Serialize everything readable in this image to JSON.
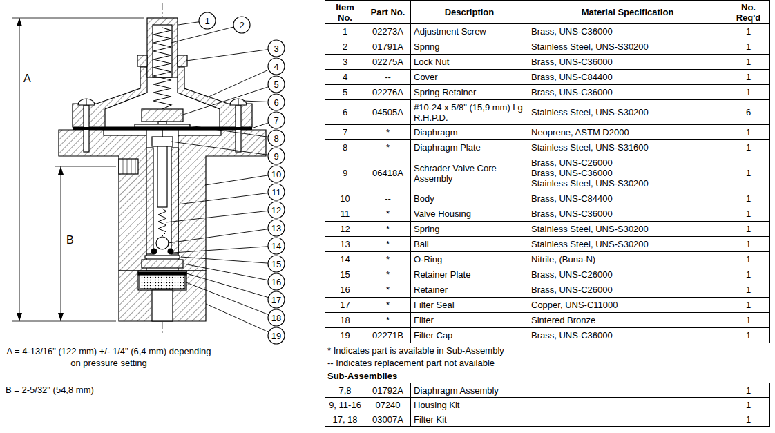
{
  "diagram": {
    "labels": [
      "1",
      "2",
      "3",
      "4",
      "5",
      "6",
      "7",
      "8",
      "9",
      "10",
      "11",
      "12",
      "13",
      "14",
      "15",
      "16",
      "17",
      "18",
      "19",
      "A",
      "B",
      "A = 4-13/16\" (122 mm) +/- 1/4\" (6,4 mm) depending on pressure setting",
      "B = 2-5/32\" (54,8 mm)",
      "Item No.",
      "Part No.",
      "Description",
      "Material Specification",
      "No. Req'd",
      "1",
      "02273A",
      "Adjustment Screw",
      "Brass, UNS-C36000",
      "1",
      "2",
      "01791A",
      "Spring",
      "Stainless Steel, UNS-S30200",
      "1",
      "3",
      "02275A",
      "Lock Nut",
      "Brass, UNS-C36000",
      "1",
      "4",
      "--",
      "Cover",
      "Brass, UNS-C84400",
      "1",
      "5",
      "02276A",
      "Spring Retainer",
      "Brass, UNS-C36000",
      "1",
      "6",
      "04505A",
      "#10-24 x 5/8\" (15,9 mm) Lg R.H.P.D.",
      "Stainless Steel, UNS-S30200",
      "6",
      "7",
      "*",
      "Diaphragm",
      "Neoprene, ASTM D2000",
      "1",
      "8",
      "*",
      "Diaphragm Plate",
      "Stainless Steel, UNS-S31600",
      "1",
      "9",
      "06418A",
      "Schrader Valve Core Assembly",
      "Brass, UNS-C26000",
      "Brass, UNS-C36000",
      "Stainless Steel, UNS-S30200",
      "1",
      "10",
      "--",
      "Body",
      "Brass, UNS-C84400",
      "1",
      "11",
      "*",
      "Valve Housing",
      "Brass, UNS-C36000",
      "1",
      "12",
      "*",
      "Spring",
      "Stainless Steel, UNS-S30200",
      "1",
      "13",
      "*",
      "Ball",
      "Stainless Steel, UNS-S30200",
      "1",
      "14",
      "*",
      "O-Ring",
      "Nitrile, (Buna-N)",
      "1",
      "15",
      "*",
      "Retainer Plate",
      "Brass, UNS-C26000",
      "1",
      "16",
      "*",
      "Retainer",
      "Brass, UNS-C26000",
      "1",
      "17",
      "*",
      "Filter Seal",
      "Copper, UNS-C11000",
      "1",
      "18",
      "*",
      "Filter",
      "Sintered Bronze",
      "1",
      "19",
      "02271B",
      "Filter Cap",
      "Brass, UNS-C36000",
      "1",
      "* Indicates part is available in Sub-Assembly",
      "-- Indicates replacement part not available",
      "Sub-Assemblies",
      "7,8",
      "01792A",
      "Diaphragm Assembly",
      "1",
      "9, 11-16",
      "07240",
      "Housing Kit",
      "1",
      "17, 18",
      "03007A",
      "Filter Kit",
      "1"
    ]
  }
}
